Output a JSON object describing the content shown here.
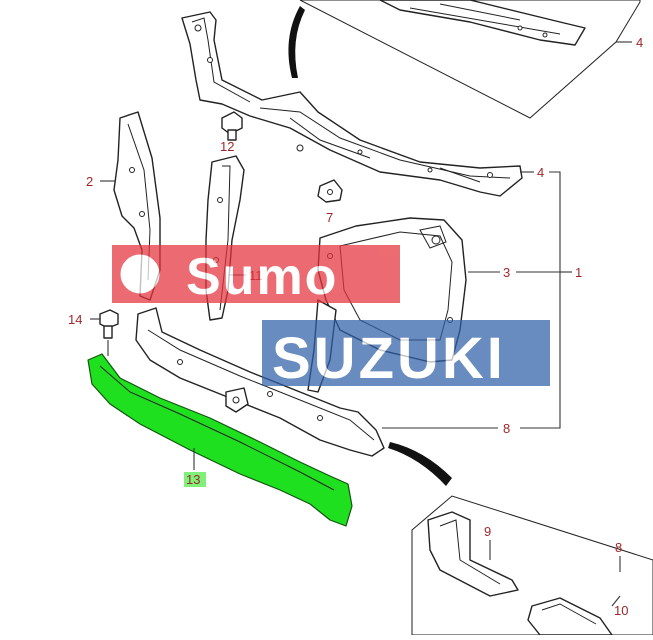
{
  "colors": {
    "callout": "#a0282a",
    "highlight_fill": "#1fe01f",
    "highlight_label_bg": "#7ff07a",
    "watermark_red": "#e6333c",
    "watermark_blue": "#2f5fa8"
  },
  "watermark": {
    "brand_top": "Sumo",
    "brand_bottom": "SUZUKI"
  },
  "callouts": {
    "c1": "1",
    "c2": "2",
    "c3": "3",
    "c4_top": "4",
    "c4": "4",
    "c7": "7",
    "c8": "8",
    "c8_detail": "8",
    "c9": "9",
    "c10": "10",
    "c11": "11",
    "c12": "12",
    "c13": "13",
    "c14": "14"
  },
  "highlighted_part": "13"
}
